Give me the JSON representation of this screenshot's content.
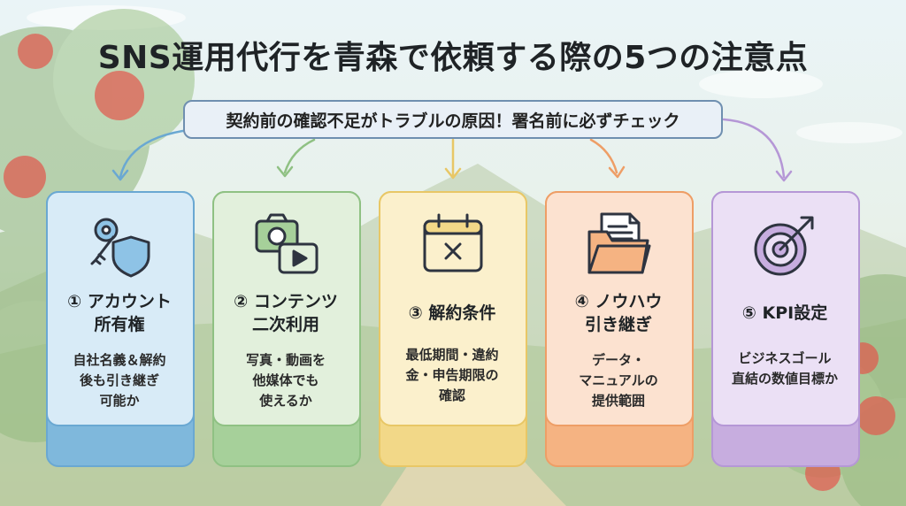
{
  "title": "SNS運用代行を青森で依頼する際の5つの注意点",
  "banner": "契約前の確認不足がトラブルの原因！署名前に必ずチェック",
  "cards": [
    {
      "name_lines": [
        "① アカウント",
        "所有権"
      ],
      "desc_lines": [
        "自社名義＆解約",
        "後も引き継ぎ",
        "可能か"
      ],
      "icon": "key-shield-icon",
      "color": "#6aa8d2"
    },
    {
      "name_lines": [
        "② コンテンツ",
        "二次利用"
      ],
      "desc_lines": [
        "写真・動画を",
        "他媒体でも",
        "使えるか"
      ],
      "icon": "camera-video-icon",
      "color": "#8fc183"
    },
    {
      "name_lines": [
        "③ 解約条件"
      ],
      "desc_lines": [
        "最低期間・違約",
        "金・申告期限の",
        "確認"
      ],
      "icon": "calendar-x-icon",
      "color": "#e8c766"
    },
    {
      "name_lines": [
        "④ ノウハウ",
        "引き継ぎ"
      ],
      "desc_lines": [
        "データ・",
        "マニュアルの",
        "提供範囲"
      ],
      "icon": "document-folder-icon",
      "color": "#ee9e66"
    },
    {
      "name_lines": [
        "⑤ KPI設定"
      ],
      "desc_lines": [
        "ビジネスゴール",
        "直結の数値目標か"
      ],
      "icon": "target-arrow-icon",
      "color": "#b597d6"
    }
  ]
}
